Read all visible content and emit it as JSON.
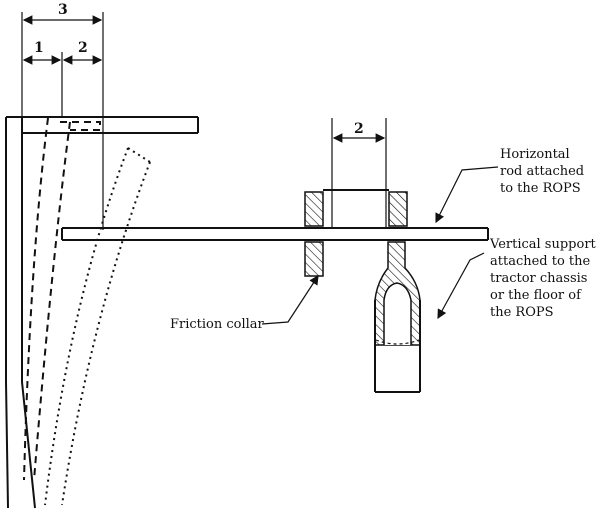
{
  "dimensions": {
    "d1": "1",
    "d2_left": "2",
    "d3": "3",
    "d2_right": "2"
  },
  "labels": {
    "horizontal_rod": [
      "Horizontal",
      "rod attached",
      "to the ROPS"
    ],
    "vertical_support": [
      "Vertical support",
      "attached to the",
      "tractor chassis",
      "or the floor of",
      "the ROPS"
    ],
    "friction_collar": "Friction collar"
  }
}
